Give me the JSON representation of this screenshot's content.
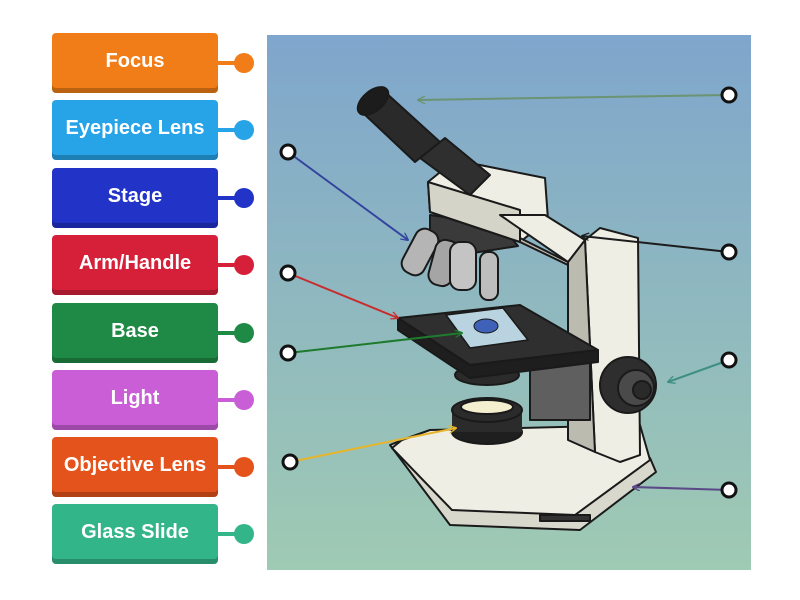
{
  "labels": [
    {
      "text": "Focus",
      "color": "#f07d18"
    },
    {
      "text": "Eyepiece Lens",
      "color": "#27a3e8"
    },
    {
      "text": "Stage",
      "color": "#2233c8"
    },
    {
      "text": "Arm/Handle",
      "color": "#d6203a"
    },
    {
      "text": "Base",
      "color": "#1f8a45"
    },
    {
      "text": "Light",
      "color": "#c95ed6"
    },
    {
      "text": "Objective Lens",
      "color": "#e5531c"
    },
    {
      "text": "Glass Slide",
      "color": "#33b58a"
    }
  ],
  "diagram": {
    "background_top": "#7fa6cc",
    "background_bottom": "#9fcab3",
    "arrow_colors": [
      "#6a9472",
      "#33449e",
      "#c82b2b",
      "#1e7a2c",
      "#e8b42a",
      "#1c1c1c",
      "#3e8f82",
      "#5b4a88"
    ]
  }
}
